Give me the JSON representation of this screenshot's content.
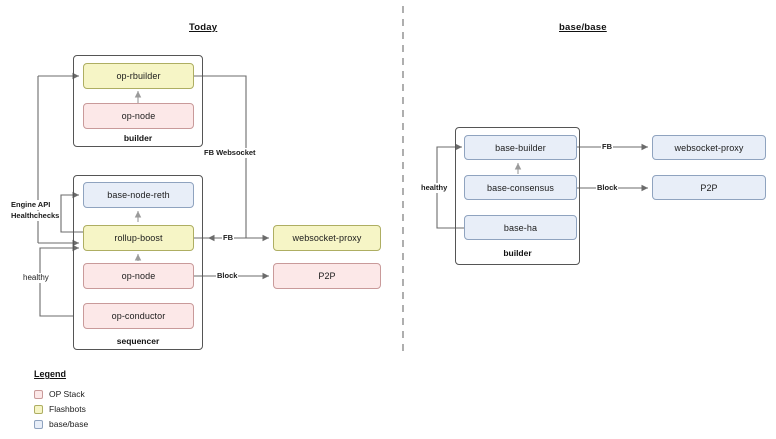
{
  "diagram": {
    "panels": [
      {
        "id": "today",
        "title": "Today"
      },
      {
        "id": "basebase",
        "title": "base/base"
      }
    ],
    "divider": {
      "style": "dashed"
    }
  },
  "today": {
    "title": "Today",
    "groups": [
      {
        "id": "builder",
        "label": "builder"
      },
      {
        "id": "sequencer",
        "label": "sequencer"
      }
    ],
    "nodes": [
      {
        "id": "op-rbuilder",
        "label": "op-rbuilder",
        "category": "flashbots"
      },
      {
        "id": "op-node-builder",
        "label": "op-node",
        "category": "op-stack"
      },
      {
        "id": "base-node-reth",
        "label": "base-node-reth",
        "category": "base"
      },
      {
        "id": "rollup-boost",
        "label": "rollup-boost",
        "category": "flashbots"
      },
      {
        "id": "op-node-seq",
        "label": "op-node",
        "category": "op-stack"
      },
      {
        "id": "op-conductor",
        "label": "op-conductor",
        "category": "op-stack"
      },
      {
        "id": "websocket-proxy",
        "label": "websocket-proxy",
        "category": "flashbots"
      },
      {
        "id": "p2p",
        "label": "P2P",
        "category": "op-stack"
      }
    ],
    "edge_labels": {
      "fb_websocket": "FB Websocket",
      "engine_api_healthchecks_line1": "Engine API",
      "engine_api_healthchecks_line2": "Healthchecks",
      "healthy": "healthy",
      "fb": "FB",
      "block": "Block"
    }
  },
  "basebase": {
    "title": "base/base",
    "groups": [
      {
        "id": "builder",
        "label": "builder"
      }
    ],
    "nodes": [
      {
        "id": "base-builder",
        "label": "base-builder",
        "category": "base"
      },
      {
        "id": "base-consensus",
        "label": "base-consensus",
        "category": "base"
      },
      {
        "id": "base-ha",
        "label": "base-ha",
        "category": "base"
      },
      {
        "id": "websocket-proxy",
        "label": "websocket-proxy",
        "category": "base"
      },
      {
        "id": "p2p",
        "label": "P2P",
        "category": "base"
      }
    ],
    "edge_labels": {
      "healthy": "healthy",
      "fb": "FB",
      "block": "Block"
    }
  },
  "legend": {
    "title": "Legend",
    "items": [
      {
        "label": "OP Stack",
        "color": "#fce8e8"
      },
      {
        "label": "Flashbots",
        "color": "#f6f5c6"
      },
      {
        "label": "base/base",
        "color": "#e8eef8"
      }
    ]
  }
}
